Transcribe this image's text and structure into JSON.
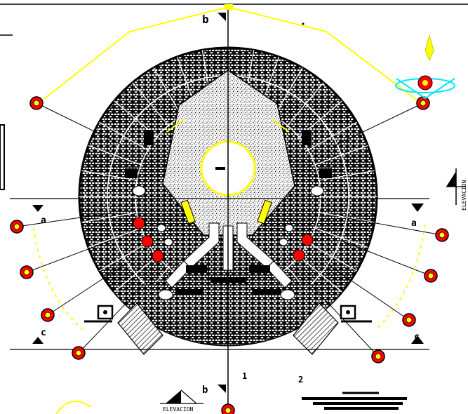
{
  "drawing": {
    "labels": {
      "elevation_bottom": "ELEVACION",
      "elevation_right": "ELEVACION",
      "section_top": "b",
      "section_bottom": "b",
      "section_left_upper": "a",
      "section_left_lower": "c",
      "section_right_upper": "a",
      "section_right_lower": "c",
      "dim_bottom_a": "1",
      "dim_bottom_b": "2"
    },
    "colors": {
      "background": "#ffffff",
      "ink": "#000000",
      "accent_yellow": "#ffff00",
      "marker_red": "#ff0000",
      "accent_cyan": "#00e5ff"
    },
    "grid_axes": 12,
    "stepped_stair_courses": 3
  }
}
